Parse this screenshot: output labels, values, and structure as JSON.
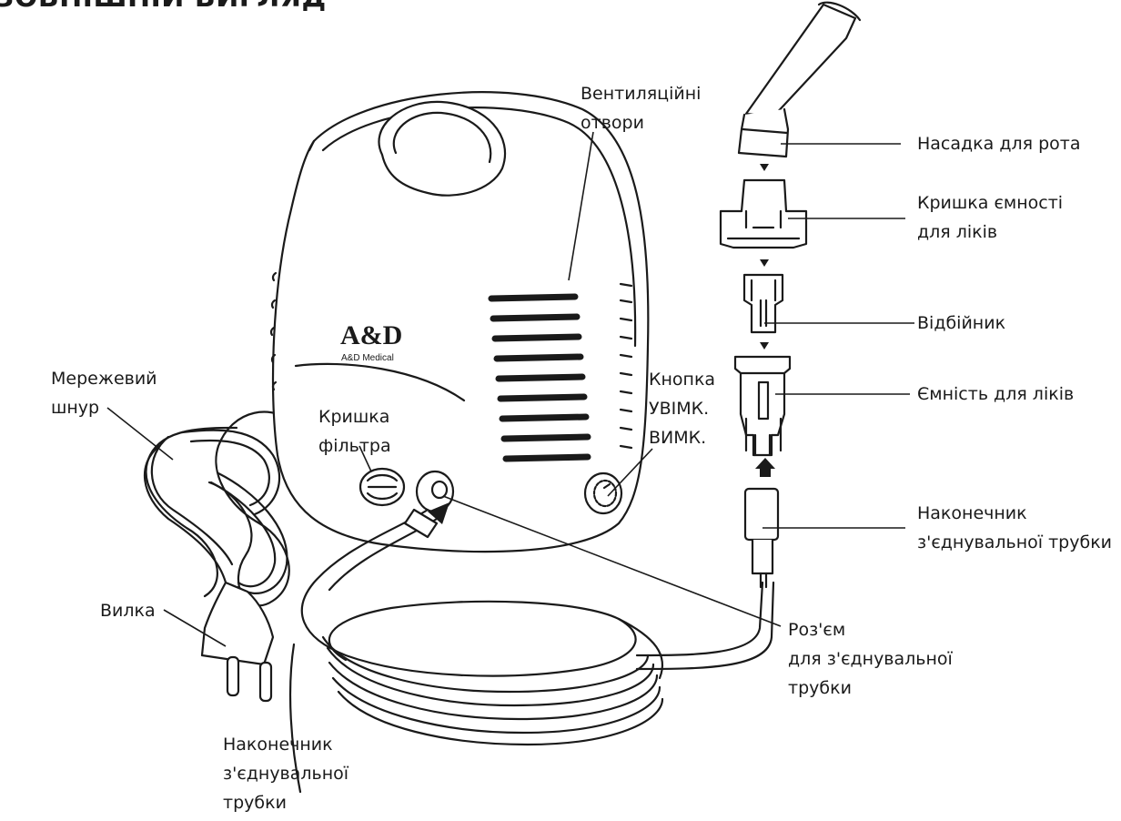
{
  "title": "ЗОВНІШНІЙ ВИГЛЯД",
  "brand": {
    "logo": "A&D",
    "name": "A&D Medical"
  },
  "labels": {
    "vents": "Вентиляційні\nотвори",
    "mouthpiece": "Насадка для рота",
    "cap": "Кришка ємності\nдля ліків",
    "baffle": "Відбійник",
    "cup": "Ємність для ліків",
    "tube_tip_right": "Наконечник\nз'єднувальної трубки",
    "power_cord": "Мережевий\nшнур",
    "filter_cover": "Кришка\nфільтра",
    "power_button": "Кнопка\nУВІМК.\nВИМК.",
    "plug": "Вилка",
    "connector": "Роз'єм\nдля з'єднувальної\nтрубки",
    "tube_tip_bottom": "Наконечник\nз'єднувальної\nтрубки"
  },
  "colors": {
    "line": "#1a1a1a",
    "fill": "#ffffff",
    "arrow": "#1a1a1a"
  }
}
